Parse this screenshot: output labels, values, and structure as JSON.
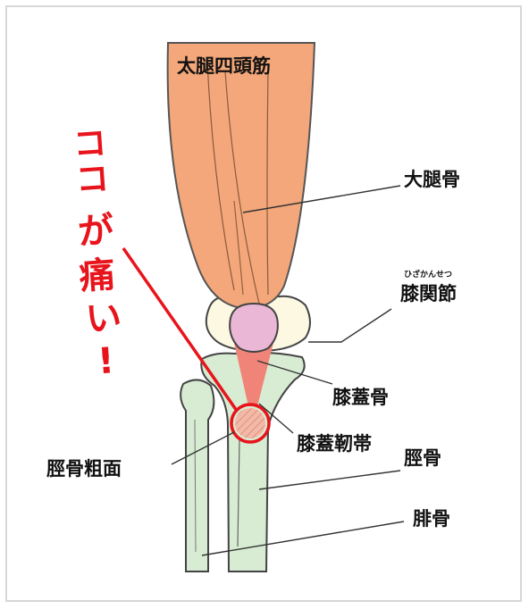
{
  "labels": {
    "quadriceps": "太腿四頭筋",
    "femur": "大腿骨",
    "knee_joint_ruby": "ひざかんせつ",
    "knee_joint": "膝関節",
    "patella": "膝蓋骨",
    "patellar_ligament": "膝蓋靭帯",
    "tibia": "脛骨",
    "tibial_tuberosity": "脛骨粗面",
    "fibula": "腓骨"
  },
  "callout": {
    "line1": "ココ",
    "line2": "が",
    "line3": "痛",
    "line4": "い",
    "line5": "!"
  },
  "colors": {
    "muscle": "#f3a77a",
    "bone_cream": "#fcf8e2",
    "tibia_green": "#d7ecd2",
    "patella_pink": "#eab8d6",
    "ligament_red": "#f08478",
    "callout_red": "#e8141c",
    "outline": "#444444"
  }
}
